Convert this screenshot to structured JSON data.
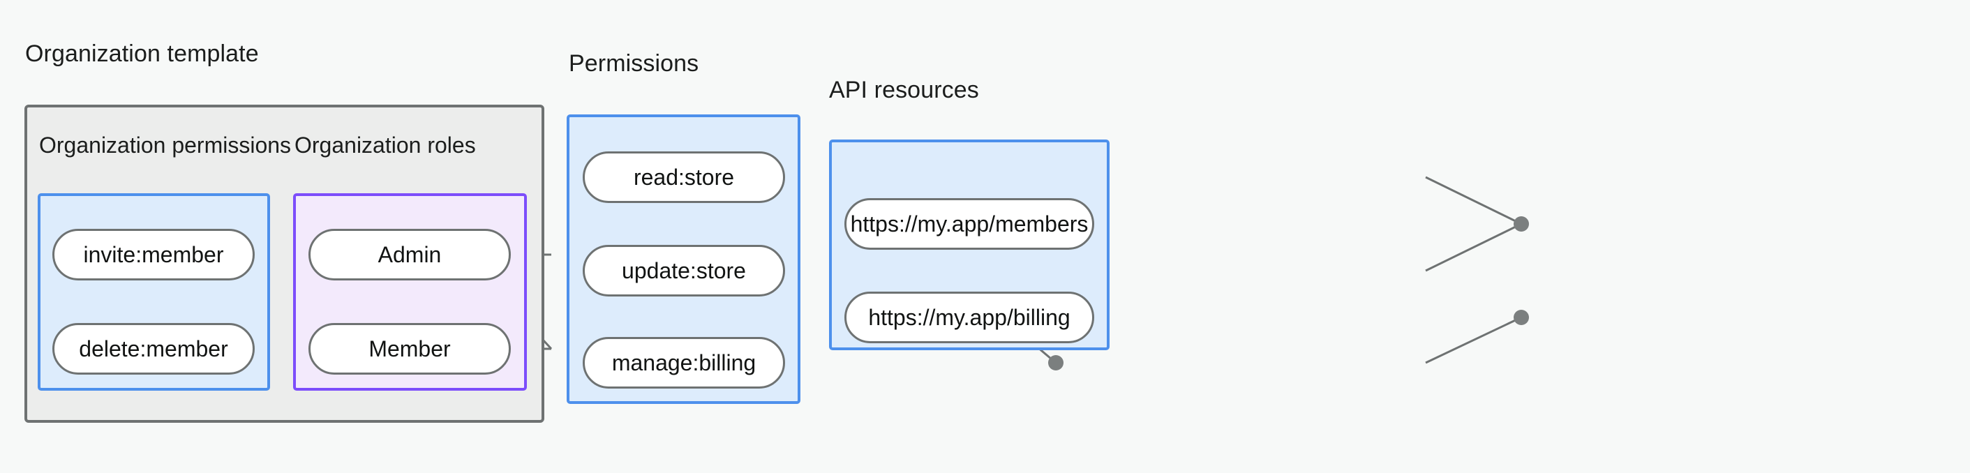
{
  "diagram": {
    "title_org_template": "Organization template",
    "title_permissions": "Permissions",
    "title_api_resources": "API resources",
    "subtitle_org_permissions": "Organization permissions",
    "subtitle_org_roles": "Organization roles",
    "colors": {
      "page_background": "#f7f9f8",
      "gray_container_fill": "#ecedec",
      "gray_container_border": "#6e7272",
      "blue_container_fill": "#ddecfc",
      "blue_container_border": "#4d90ec",
      "purple_container_fill": "#f3eafc",
      "purple_container_border": "#7c4dfb",
      "node_fill": "#ffffff",
      "node_border": "#6e7272",
      "edge_stroke": "#6e7272",
      "edge_dot": "#7b7f7f",
      "text": "#1b1d1c"
    },
    "groups": {
      "organization_permissions": {
        "label": "Organization permissions",
        "nodes": [
          {
            "id": "invite-member",
            "label": "invite:member"
          },
          {
            "id": "delete-member",
            "label": "delete:member"
          }
        ]
      },
      "organization_roles": {
        "label": "Organization roles",
        "nodes": [
          {
            "id": "admin",
            "label": "Admin"
          },
          {
            "id": "member",
            "label": "Member"
          }
        ]
      },
      "permissions": {
        "label": "Permissions",
        "nodes": [
          {
            "id": "read-store",
            "label": "read:store"
          },
          {
            "id": "update-store",
            "label": "update:store"
          },
          {
            "id": "manage-billing",
            "label": "manage:billing"
          }
        ]
      },
      "api_resources": {
        "label": "API resources",
        "nodes": [
          {
            "id": "members-resource",
            "label": "https://my.app/members"
          },
          {
            "id": "billing-resource",
            "label": "https://my.app/billing"
          }
        ]
      }
    },
    "edges": [
      {
        "from": "invite-member",
        "to": "admin"
      },
      {
        "from": "invite-member",
        "to": "member"
      },
      {
        "from": "delete-member",
        "to": "member"
      },
      {
        "from": "admin",
        "to": "read-store"
      },
      {
        "from": "admin",
        "to": "update-store"
      },
      {
        "from": "admin",
        "to": "manage-billing"
      },
      {
        "from": "member",
        "to": "read-store"
      },
      {
        "from": "member",
        "to": "update-store"
      },
      {
        "from": "read-store",
        "to": "members-resource"
      },
      {
        "from": "update-store",
        "to": "members-resource"
      },
      {
        "from": "manage-billing",
        "to": "billing-resource"
      }
    ]
  }
}
